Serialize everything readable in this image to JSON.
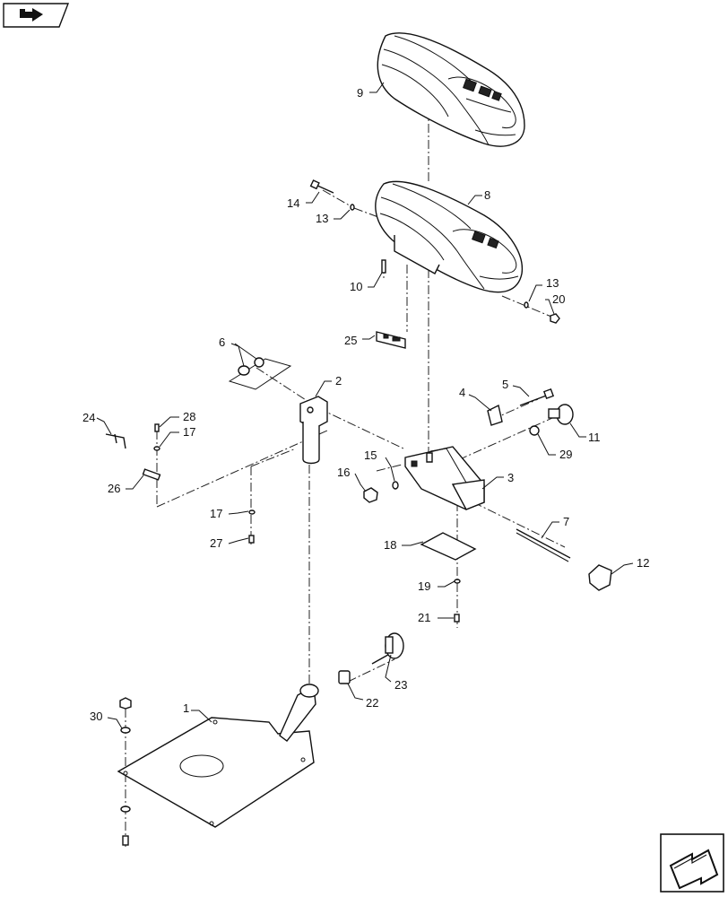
{
  "callouts": {
    "c1": "1",
    "c2": "2",
    "c3": "3",
    "c4": "4",
    "c5": "5",
    "c6": "6",
    "c7": "7",
    "c8": "8",
    "c9": "9",
    "c10": "10",
    "c11": "11",
    "c12": "12",
    "c13a": "13",
    "c13b": "13",
    "c14": "14",
    "c15": "15",
    "c16": "16",
    "c17a": "17",
    "c17b": "17",
    "c18": "18",
    "c19": "19",
    "c20": "20",
    "c21": "21",
    "c22": "22",
    "c23": "23",
    "c24": "24",
    "c25": "25",
    "c26": "26",
    "c27": "27",
    "c28": "28",
    "c29": "29",
    "c30": "30"
  },
  "icons": {
    "top_left": "page-arrow-icon",
    "bottom_right": "next-page-arrow-icon"
  }
}
